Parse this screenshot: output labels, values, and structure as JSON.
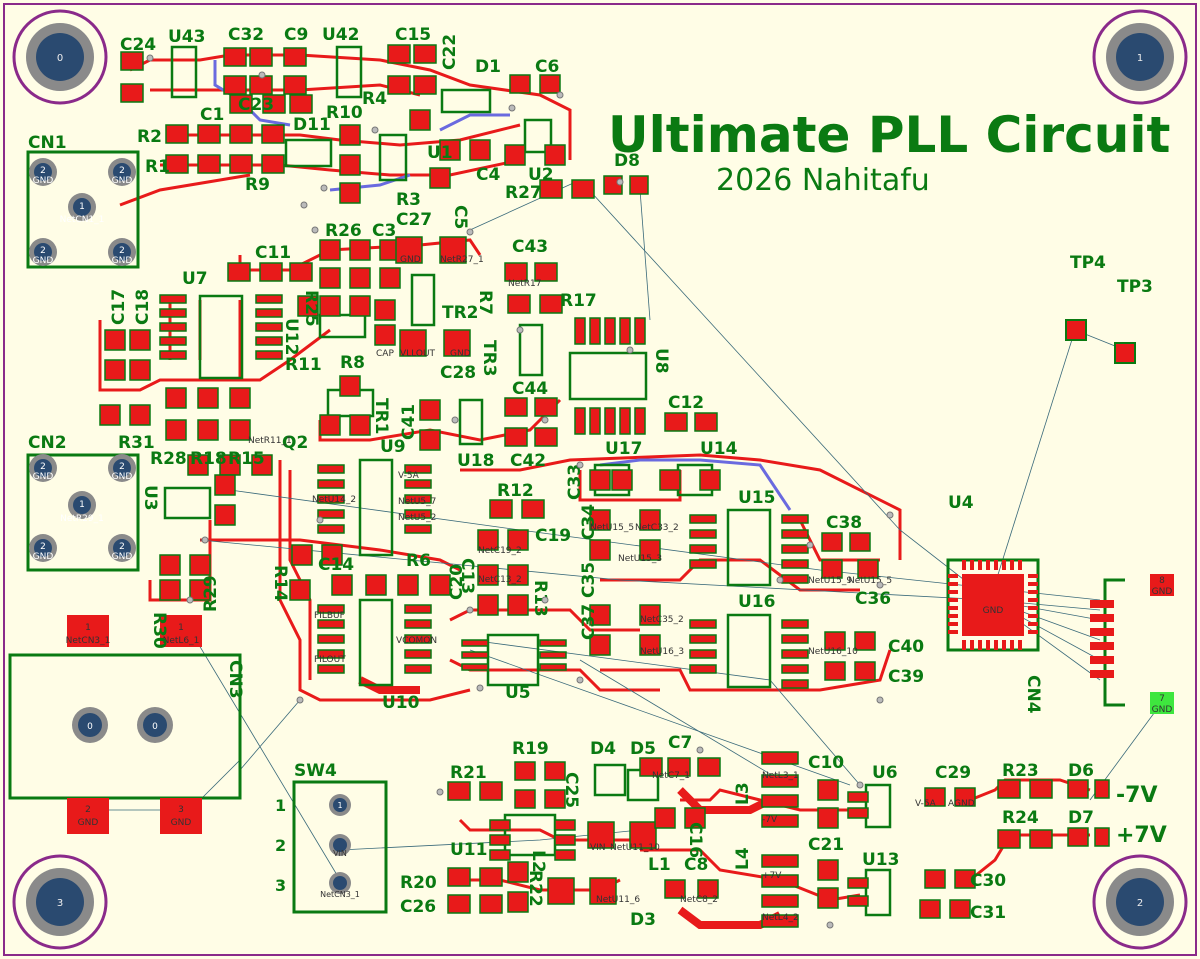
{
  "title": "Ultimate PLL Circuit",
  "subtitle": "2026 Nahitafu",
  "mounting_holes": [
    "0",
    "1",
    "3",
    "2"
  ],
  "colors": {
    "board_bg": "#fffde6",
    "copper": "#e81a1a",
    "silkscreen": "#0a7a12",
    "outline": "#8a2a8a",
    "hole": "#2a4a70",
    "pad_green": "#3ee63e",
    "trace_blue": "#6a6adf"
  },
  "connector_pin_labels": {
    "cn1_pins": [
      "2",
      "2",
      "1",
      "2",
      "2"
    ],
    "cn1_nets": [
      "GND",
      "GND",
      "NetCN1_1",
      "GND",
      "GND"
    ],
    "cn2_pins": [
      "2",
      "2",
      "1",
      "2",
      "2"
    ],
    "cn2_nets": [
      "GND",
      "GND",
      "NetR29_1",
      "GND",
      "GND"
    ],
    "cn3_top": [
      "1",
      "NetCN3_1",
      "1",
      "NetL6_1"
    ],
    "cn3_bottom": [
      "2",
      "GND",
      "3",
      "GND"
    ],
    "cn3_holes": [
      "0",
      "0"
    ],
    "sw4_pins": [
      "1",
      "2",
      "3"
    ],
    "sw4_nets": [
      "1",
      "VIN",
      "NetCN3_1"
    ],
    "cn4_top": [
      "8",
      "GND"
    ],
    "cn4_bottom": [
      "7",
      "GND"
    ]
  },
  "designators": [
    "C24",
    "U43",
    "C32",
    "C9",
    "U42",
    "C15",
    "C22",
    "D1",
    "C6",
    "C23",
    "C1",
    "R2",
    "R1",
    "D11",
    "R10",
    "R4",
    "R9",
    "U1",
    "C4",
    "C5",
    "R3",
    "U2",
    "R27",
    "D8",
    "CN1",
    "C11",
    "R26",
    "C3",
    "C27",
    "C43",
    "U7",
    "R25",
    "R7",
    "R17",
    "C17",
    "C18",
    "U12",
    "TR2",
    "R8",
    "TR3",
    "C28",
    "U8",
    "R11",
    "TR1",
    "C44",
    "C12",
    "R31",
    "CN2",
    "C41",
    "C42",
    "U18",
    "U17",
    "U14",
    "R28",
    "R18",
    "R15",
    "U3",
    "Q2",
    "U9",
    "R12",
    "U15",
    "C38",
    "C33",
    "C34",
    "C19",
    "C36",
    "R30",
    "R29",
    "C14",
    "R6",
    "R14",
    "C13",
    "R13",
    "C20",
    "C35",
    "C37",
    "U16",
    "C40",
    "C39",
    "CN3",
    "U10",
    "U5",
    "U4",
    "CN4",
    "TP4",
    "TP3",
    "SW4",
    "R19",
    "D4",
    "D5",
    "C7",
    "C10",
    "U6",
    "C29",
    "R23",
    "D6",
    "R24",
    "D7",
    "C25",
    "R21",
    "L3",
    "C16",
    "U11",
    "L2",
    "C21",
    "U13",
    "R20",
    "C26",
    "R22",
    "L1",
    "C8",
    "L4",
    "D3",
    "C30",
    "C31"
  ],
  "net_labels": [
    "NetR27_1",
    "GND",
    "NetR17",
    "CAP",
    "VLLOUT",
    "GND",
    "NetR11_1",
    "NetU14_2",
    "V-5A",
    "NetU5_7",
    "NetU5_2",
    "NetC33_2",
    "NetU15_5",
    "NetC19_2",
    "NetU15_3",
    "NetU15_9",
    "NetU15_5",
    "NetC13_2",
    "NetC35_2",
    "NetU16_3",
    "FILBUF",
    "FILOUT",
    "VCOMON",
    "NetU16_10",
    "NetC7_1",
    "NetL3_1",
    "V-5A",
    "AGND",
    "NetU11_10",
    "VIN",
    "NetU11_6",
    "NetC8_2",
    "NetL4_2",
    "+7V",
    "-7V",
    "NetCN3_1"
  ],
  "power_labels": [
    "-7V",
    "+7V"
  ]
}
